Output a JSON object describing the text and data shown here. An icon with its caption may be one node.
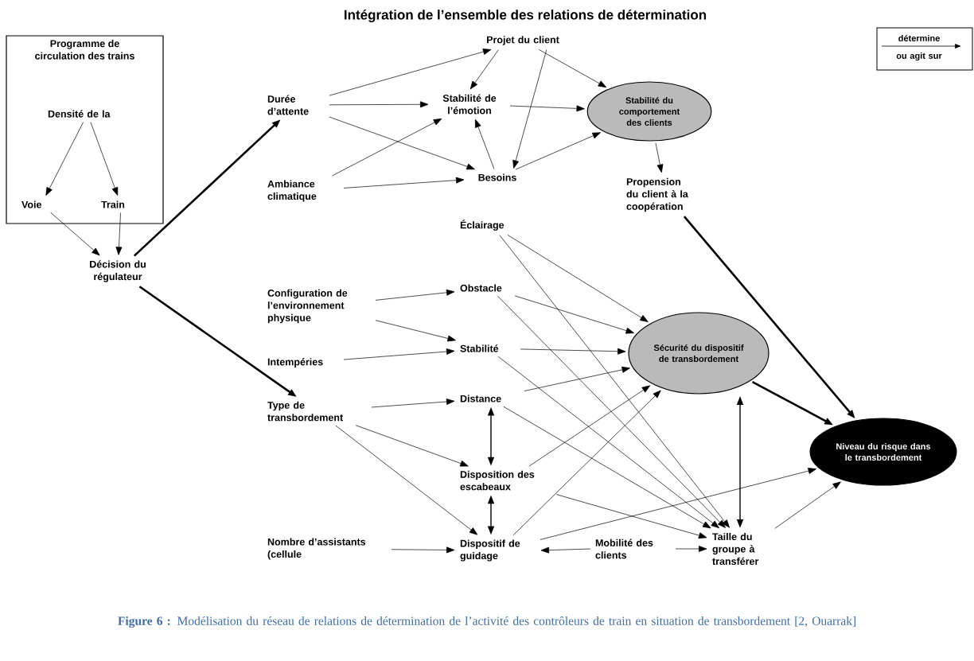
{
  "diagram": {
    "title": "Intégration de l’ensemble des relations de détermination",
    "caption": "**Figure 6 :** Modélisation du réseau de relations de détermination de l’activité des contrôleurs de train en situation de transbordement [2, Ouarrak]",
    "nodes": [
      {
        "text": [
          "Programme de circulation des trains"
        ]
      },
      {
        "text": [
          "Densité de la"
        ],
        "in": 0
      },
      {
        "text": [
          "Voie"
        ],
        "in": 0
      },
      {
        "text": [
          "Train"
        ],
        "in": 0
      },
      {
        "text": [
          "Décision du régulateur"
        ]
      },
      {
        "text": [
          "Durée d’attente"
        ]
      },
      {
        "text": [
          "Ambiance climatique"
        ]
      },
      {
        "text": [
          "Projet du client"
        ]
      },
      {
        "text": [
          "Stabilité de l’émotion"
        ]
      },
      {
        "text": [
          "Besoins"
        ]
      },
      {
        "text": [
          "Stabilité du comportement des clients"
        ]
      },
      {
        "text": [
          "Propension du client à la coopération"
        ]
      },
      {
        "text": [
          "Éclairage"
        ]
      },
      {
        "text": [
          "Configuration de l’environnement physique"
        ]
      },
      {
        "text": [
          "Obstacle"
        ]
      },
      {
        "text": [
          "Intempéries"
        ]
      },
      {
        "text": [
          "Stabilité"
        ]
      },
      {
        "text": [
          "Type de transbordement"
        ]
      },
      {
        "text": [
          "Distance"
        ]
      },
      {
        "text": [
          "Disposition des escabeaux"
        ]
      },
      {
        "text": [
          "Nombre d’assistants (cellule"
        ]
      },
      {
        "text": [
          "Dispositif de guidage"
        ]
      },
      {
        "text": [
          "Mobilité des clients"
        ]
      },
      {
        "text": [
          "Sécurité du dispositif de transbordement"
        ]
      },
      {
        "text": [
          "Niveau du risque dans le transbordement"
        ]
      },
      {
        "text": [
          "Taille du groupe à transférer"
        ]
      }
    ],
    "edges": [
      {
        "from": 1,
        "to": 2,
        "arrow": "to"
      },
      {
        "from": 1,
        "to": 3,
        "arrow": "to"
      },
      {
        "from": 2,
        "to": 4,
        "arrow": "to"
      },
      {
        "from": 3,
        "to": 4,
        "arrow": "to"
      },
      {
        "from": 4,
        "to": 5,
        "arrow": "to",
        "style": "thick"
      },
      {
        "from": 4,
        "to": 17,
        "arrow": "to",
        "style": "thick"
      },
      {
        "from": 5,
        "to": 7,
        "arrow": "to"
      },
      {
        "from": 5,
        "to": 8,
        "arrow": "to"
      },
      {
        "from": 5,
        "to": 9,
        "arrow": "to"
      },
      {
        "from": 6,
        "to": 8,
        "arrow": "to"
      },
      {
        "from": 6,
        "to": 9,
        "arrow": "to"
      },
      {
        "from": 7,
        "to": 8,
        "arrow": "to"
      },
      {
        "from": 7,
        "to": 9,
        "arrow": "to"
      },
      {
        "from": 7,
        "to": 10,
        "arrow": "to"
      },
      {
        "from": 9,
        "to": 8,
        "arrow": "to"
      },
      {
        "from": 8,
        "to": 10,
        "arrow": "to"
      },
      {
        "from": 9,
        "to": 10,
        "arrow": "to"
      },
      {
        "from": 10,
        "to": 11,
        "arrow": "to"
      },
      {
        "from": 11,
        "to": 24,
        "arrow": "to",
        "style": "thick"
      },
      {
        "from": 12,
        "to": 23,
        "arrow": "to"
      },
      {
        "from": 12,
        "to": 25,
        "arrow": "to"
      },
      {
        "from": 13,
        "to": 14,
        "arrow": "to"
      },
      {
        "from": 13,
        "to": 16,
        "arrow": "to"
      },
      {
        "from": 15,
        "to": 16,
        "arrow": "to"
      },
      {
        "from": 14,
        "to": 23,
        "arrow": "to"
      },
      {
        "from": 14,
        "to": 25,
        "arrow": "to"
      },
      {
        "from": 16,
        "to": 23,
        "arrow": "to"
      },
      {
        "from": 16,
        "to": 25,
        "arrow": "to"
      },
      {
        "from": 17,
        "to": 18,
        "arrow": "to"
      },
      {
        "from": 17,
        "to": 19,
        "arrow": "to"
      },
      {
        "from": 17,
        "to": 21,
        "arrow": "to"
      },
      {
        "from": 18,
        "to": 23,
        "arrow": "to"
      },
      {
        "from": 18,
        "to": 25,
        "arrow": "to"
      },
      {
        "from": 18,
        "to": 19,
        "arrow": "both"
      },
      {
        "from": 19,
        "to": 21,
        "arrow": "both"
      },
      {
        "from": 19,
        "to": 23,
        "arrow": "to"
      },
      {
        "from": 19,
        "to": 25,
        "arrow": "to"
      },
      {
        "from": 20,
        "to": 21,
        "arrow": "to"
      },
      {
        "from": 21,
        "to": 23,
        "arrow": "to"
      },
      {
        "from": 21,
        "to": 24,
        "arrow": "to"
      },
      {
        "from": 22,
        "to": 21,
        "arrow": "to"
      },
      {
        "from": 22,
        "to": 25,
        "arrow": "to"
      },
      {
        "from": 23,
        "to": 25,
        "arrow": "both"
      },
      {
        "from": 23,
        "to": 24,
        "arrow": "to",
        "style": "thick"
      },
      {
        "from": 25,
        "to": 24,
        "arrow": "to"
      }
    ],
    "legend": [
      {
        "text": "détermine ou agit sur"
      }
    ]
  }
}
